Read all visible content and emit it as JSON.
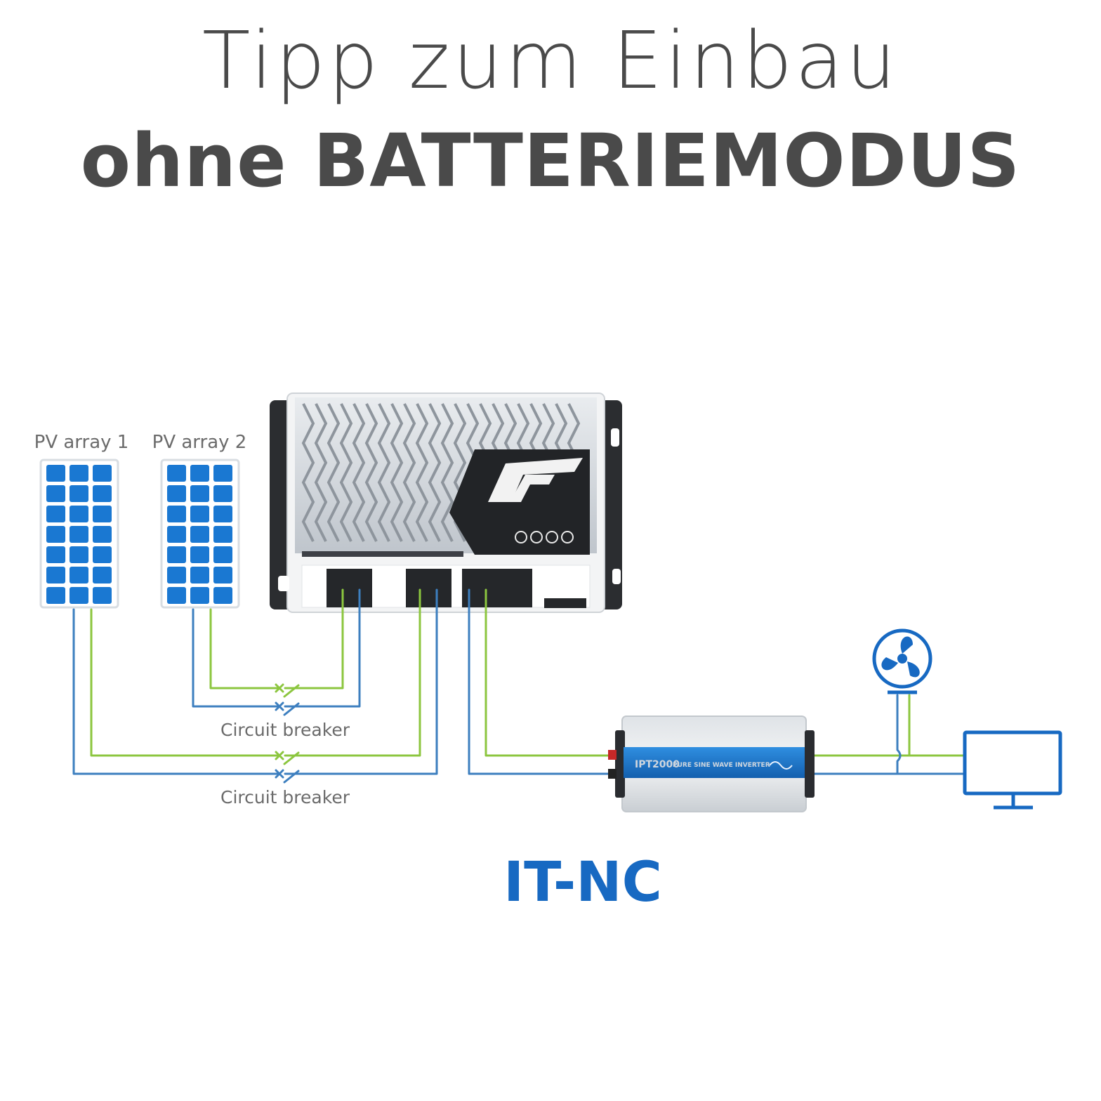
{
  "title": {
    "line1": "Tipp zum Einbau",
    "line2_prefix": "ohne",
    "line2_emphasis": "BATTERIEMODUS"
  },
  "diagram": {
    "pv_array_1": "PV array 1",
    "pv_array_2": "PV array 2",
    "breaker_1": "Circuit breaker",
    "breaker_2": "Circuit breaker",
    "inverter_model": "IPT2000",
    "inverter_caption": "PURE SINE WAVE INVERTER",
    "mode_label": "IT-NC",
    "colors": {
      "positive_wire": "#8cc63f",
      "negative_wire": "#3d7fbf",
      "panel_cell": "#1a78d2",
      "icon_blue": "#1769c2",
      "text_gray": "#4a4a4a"
    }
  }
}
